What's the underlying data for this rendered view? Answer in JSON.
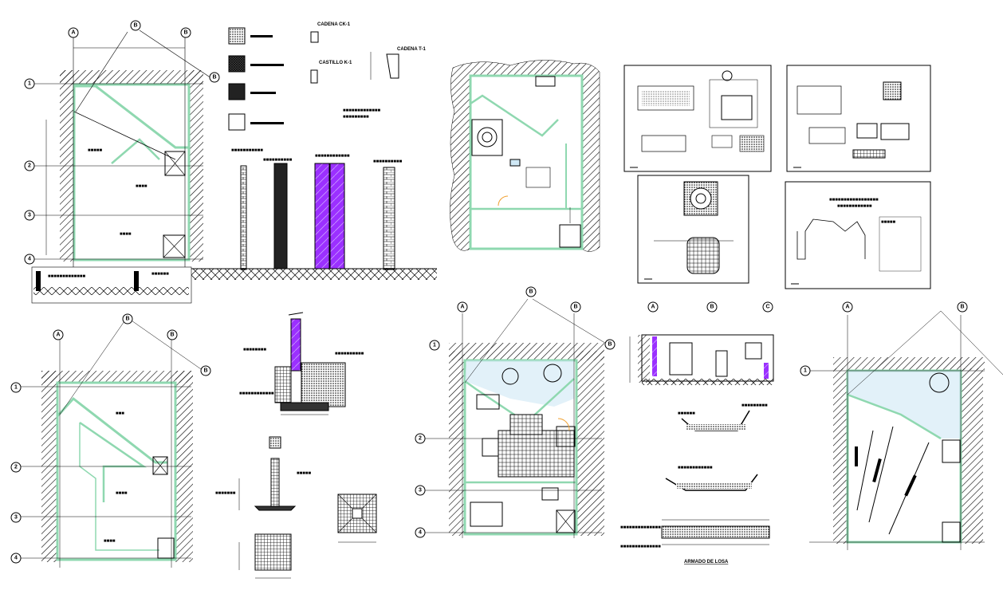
{
  "colors": {
    "wall_green": "#8fd8b0",
    "hatch": "#000000",
    "purple_block": "#9b30ff",
    "tile": "#000000",
    "light_blue": "#cfe8f5",
    "door_orange": "#f0a030"
  },
  "texts": {
    "cadena_top": "CADENA CK-1",
    "castillo": "CASTILLO K-1",
    "cadena_t": "CADENA T-1",
    "losa_title": "ARMADO DE LOSA"
  },
  "axes": {
    "plan1": [
      "A",
      "B",
      "B",
      "B",
      "1",
      "2",
      "3",
      "4"
    ],
    "plan2": [
      "A",
      "B",
      "B",
      "B",
      "1",
      "2",
      "3",
      "4"
    ],
    "plan4": [
      "A",
      "B",
      "B",
      "B",
      "1",
      "2",
      "3",
      "4"
    ],
    "elev": [
      "A",
      "B",
      "C"
    ],
    "plan5": [
      "A",
      "B",
      "1"
    ]
  }
}
